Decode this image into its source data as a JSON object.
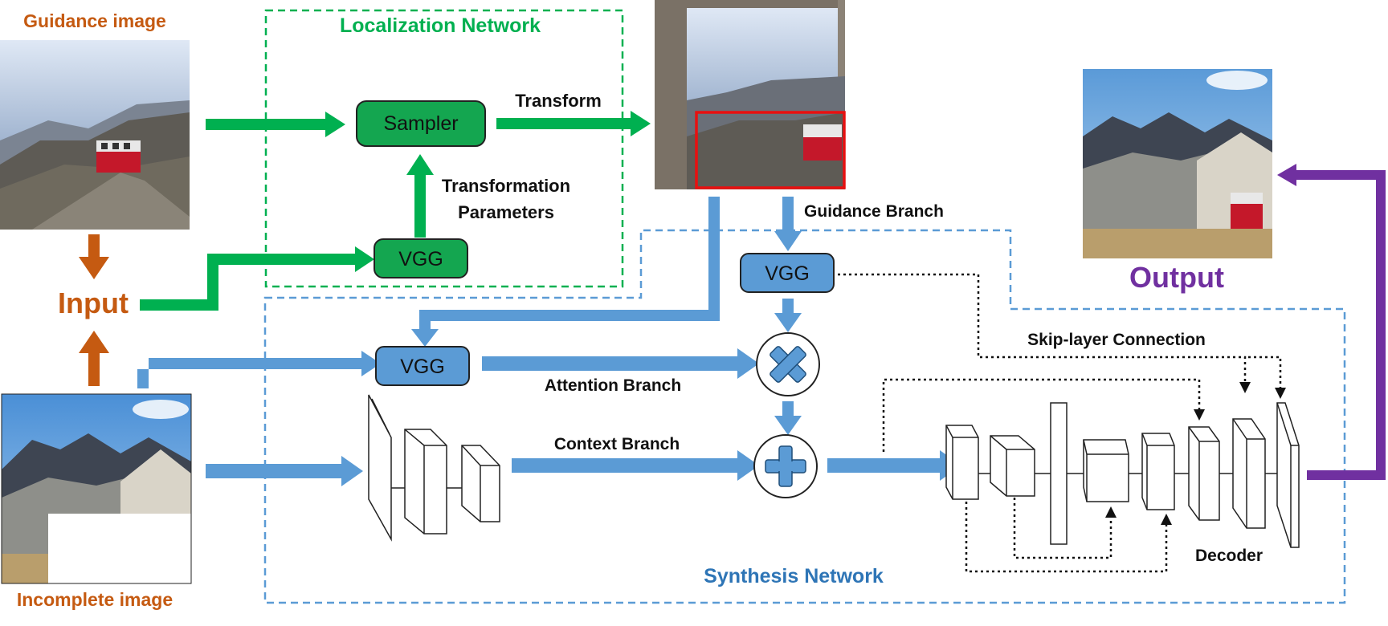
{
  "labels": {
    "guidance_image": "Guidance image",
    "incomplete_image": "Incomplete image",
    "input": "Input",
    "output": "Output",
    "localization_network": "Localization Network",
    "synthesis_network": "Synthesis Network",
    "transform": "Transform",
    "transformation_parameters_line1": "Transformation",
    "transformation_parameters_line2": "Parameters",
    "guidance_branch": "Guidance Branch",
    "attention_branch": "Attention Branch",
    "context_branch": "Context Branch",
    "skip_layer_connection": "Skip-layer Connection",
    "decoder": "Decoder"
  },
  "blocks": {
    "sampler": "Sampler",
    "vgg_localization": "VGG",
    "vgg_guidance": "VGG",
    "vgg_attention": "VGG"
  },
  "colors": {
    "orange": "#C55A11",
    "green": "#00B050",
    "green_block": "#14A650",
    "blue": "#5B9BD5",
    "blue_label": "#2E75B6",
    "purple": "#7030A0",
    "red_box": "#E81010"
  }
}
